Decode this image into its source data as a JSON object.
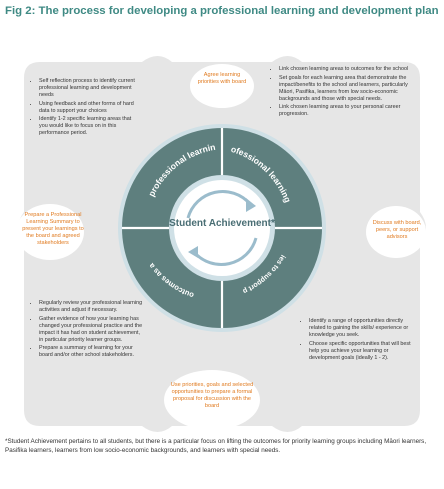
{
  "figure_title": "Fig 2: The process for developing a professional learning and development plan",
  "center_label": "Student Achievement*",
  "colors": {
    "title": "#3f8a84",
    "ring_dark": "#5e7f7e",
    "ring_light": "#cfe0e6",
    "orange_text": "#e07a1f",
    "background_shape": "#e6e6e6"
  },
  "segments": {
    "top_left": "Identify professional learning needs",
    "top_right": "Set professional learning goals",
    "bottom_right": "Select learning opportunities to support professional learning goals",
    "bottom_left": "Evaluate practice outcomes as a result of learning"
  },
  "orange_notes": {
    "top": "Agree learning priorities with board",
    "right": "Discuss with board, peers, or support advisors",
    "bottom": "Use priorities, goals and selected opportunities to prepare a formal proposal for discussion with the board",
    "left": "Prepare a Professional Learning Summary to present your learnings to the board and agreed stakeholders"
  },
  "bullets": {
    "top_left": [
      "Self reflection process to identify current professional learning and development needs",
      "Using feedback and other forms of hard data to support your choices",
      "Identify 1-2 specific learning areas that you would like to focus on in this performance period."
    ],
    "top_right": [
      "Link chosen learning areas to outcomes for the school",
      "Set goals for each learning area that demonstrate the impact/benefits to the school and learners, particularly Māori, Pasifika, learners from low socio-economic backgrounds and those with special needs.",
      "Link chosen learning areas to your personal career progression."
    ],
    "bottom_left": [
      "Regularly review your professional learning activities and adjust if necessary.",
      "Gather evidence of how your learning has changed your professional practice and the impact it has had on student achievement, in particular priority learner groups.",
      "Prepare a summary of learning for your board and/or other school stakeholders."
    ],
    "bottom_right": [
      "Identify a range of opportunities directly related to gaining the skills/ experience or knowledge you seek.",
      "Choose specific opportunities that will best help you achieve your learning or development goals (ideally 1 - 2)."
    ]
  },
  "footnote": "*Student Achievement pertains to all students, but there is a particular focus on lifting the outcomes for priority learning groups including Māori learners, Pasifika learners, learners from low socio-economic backgrounds, and learners with special needs."
}
